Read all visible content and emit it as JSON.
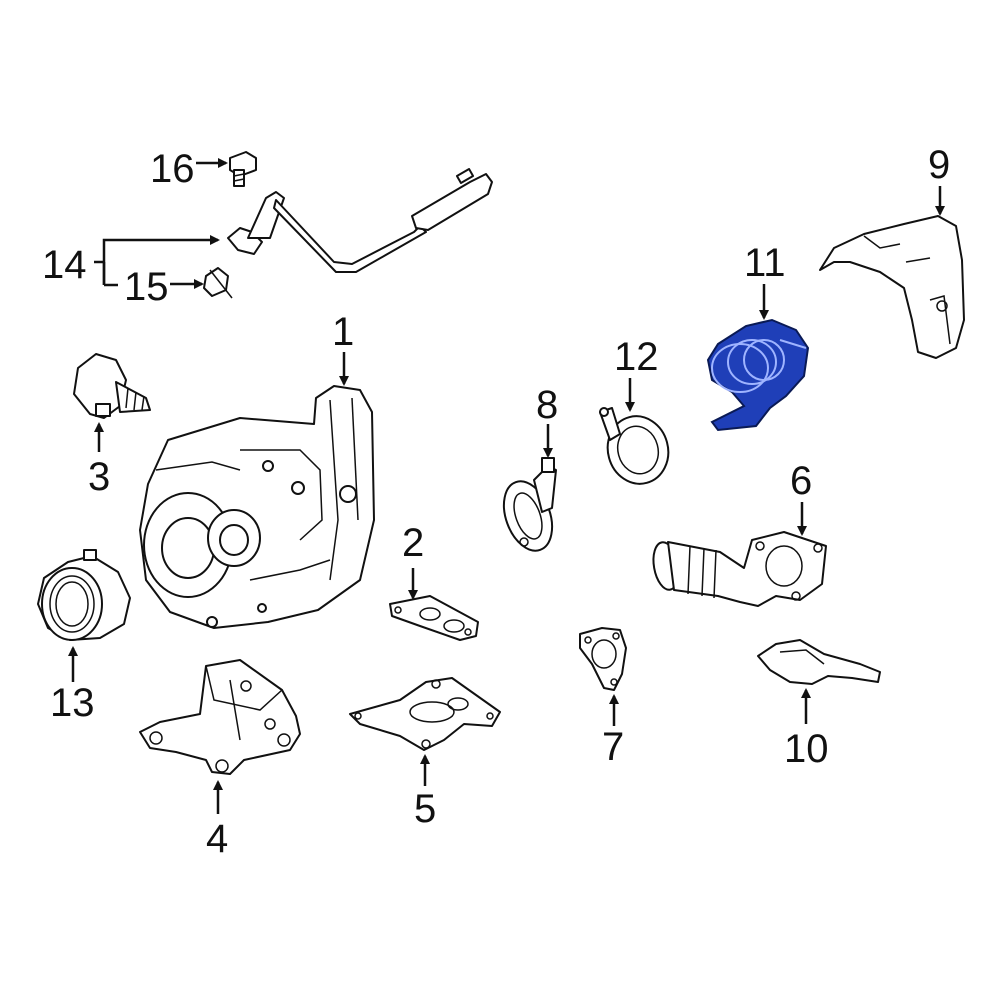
{
  "diagram": {
    "highlight_color": "#1f3fb8",
    "highlighted_part": "11",
    "callouts": [
      {
        "id": "c1",
        "label": "1"
      },
      {
        "id": "c2",
        "label": "2"
      },
      {
        "id": "c3",
        "label": "3"
      },
      {
        "id": "c4",
        "label": "4"
      },
      {
        "id": "c5",
        "label": "5"
      },
      {
        "id": "c6",
        "label": "6"
      },
      {
        "id": "c7",
        "label": "7"
      },
      {
        "id": "c8",
        "label": "8"
      },
      {
        "id": "c9",
        "label": "9"
      },
      {
        "id": "c10",
        "label": "10"
      },
      {
        "id": "c11",
        "label": "11"
      },
      {
        "id": "c12",
        "label": "12"
      },
      {
        "id": "c13",
        "label": "13"
      },
      {
        "id": "c14",
        "label": "14"
      },
      {
        "id": "c15",
        "label": "15"
      },
      {
        "id": "c16",
        "label": "16"
      }
    ]
  }
}
